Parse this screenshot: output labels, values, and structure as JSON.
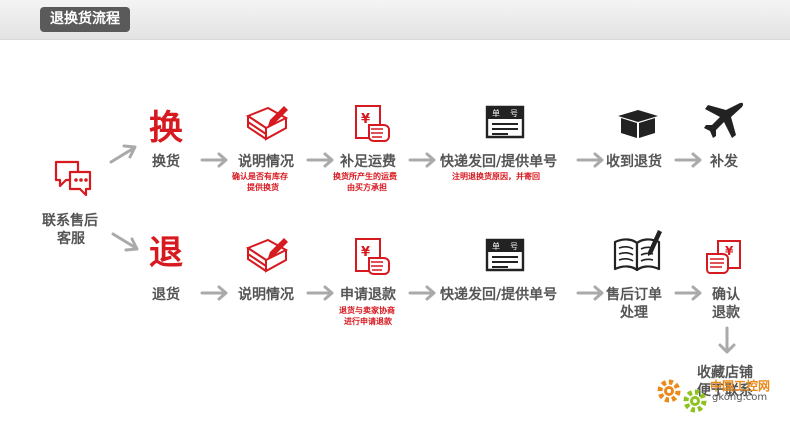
{
  "header": {
    "title": "退换货流程"
  },
  "left": {
    "contact_line1": "联系售后",
    "contact_line2": "客服"
  },
  "exchange": {
    "big_char": "换",
    "steps": [
      "换货",
      "说明情况",
      "补足运费",
      "快递发回/提供单号",
      "收到退货",
      "补发"
    ],
    "notes": {
      "explain_line1": "确认是否有库存",
      "explain_line2": "提供换货",
      "fee_line1": "换货所产生的运费",
      "fee_line2": "由买方承担",
      "ship": "注明退换货原因，并寄回"
    }
  },
  "refund": {
    "big_char": "退",
    "steps": [
      "退货",
      "说明情况",
      "申请退款",
      "快递发回/提供单号"
    ],
    "order_line1": "售后订单",
    "order_line2": "处理",
    "confirm_line1": "确认",
    "confirm_line2": "退款",
    "notes": {
      "apply_line1": "退货与卖家协商",
      "apply_line2": "进行申请退款"
    }
  },
  "bottom": {
    "collect_line1": "收藏店铺",
    "collect_line2": "便于联系"
  },
  "watermark": {
    "line1": "中国工控网",
    "line2": "gkong.com"
  },
  "icons": {
    "receipt_symbol": "¥",
    "waybill_label1": "单",
    "waybill_label2": "号",
    "contact": "chat-bubbles-icon",
    "exchange_notepad": "pencil-notepad-icon",
    "exchange_payment": "yen-hand-icon",
    "exchange_waybill": "waybill-icon",
    "exchange_box": "box-icon",
    "exchange_plane": "plane-icon",
    "refund_notepad": "pencil-notepad-icon",
    "refund_payment": "yen-hand-icon",
    "refund_waybill": "waybill-icon",
    "refund_book": "book-pen-icon",
    "refund_confirm": "yen-document-icon"
  },
  "colors": {
    "accent": "#d71920",
    "text": "#555555",
    "arrow": "#aaaaaa",
    "header": "#5a5a5a"
  }
}
